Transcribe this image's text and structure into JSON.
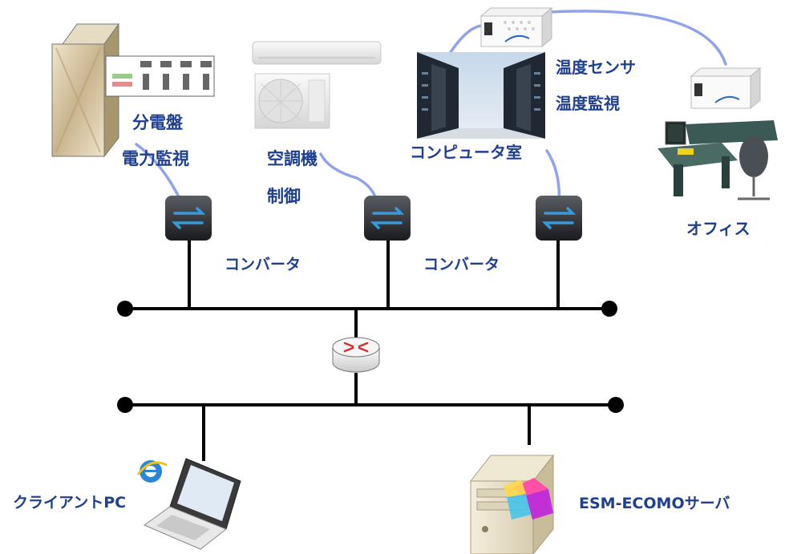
{
  "labels": {
    "distribution_board": "分電盤",
    "power_monitoring": "電力監視",
    "air_conditioner": "空調機",
    "control": "制御",
    "computer_room": "コンピュータ室",
    "temp_sensor": "温度センサ",
    "temp_monitoring": "温度監視",
    "office": "オフィス",
    "converter_1": "コンバータ",
    "converter_2": "コンバータ",
    "client_pc": "クライアントPC",
    "server": "ESM-ECOMOサーバ"
  },
  "icons": [
    "distribution-board-icon",
    "air-conditioner-icon",
    "server-rack-room-icon",
    "temperature-sensor-icon",
    "office-desk-icon",
    "converter-icon",
    "router-icon",
    "laptop-icon",
    "ie-browser-icon",
    "server-tower-icon",
    "ecomo-logo-icon"
  ],
  "colors": {
    "label_text": "#1f3f8f",
    "cable": "#8fa4e8",
    "network_line": "#000000",
    "converter_arrow": "#3a9ad9",
    "router_arrow": "#d62f2f"
  }
}
